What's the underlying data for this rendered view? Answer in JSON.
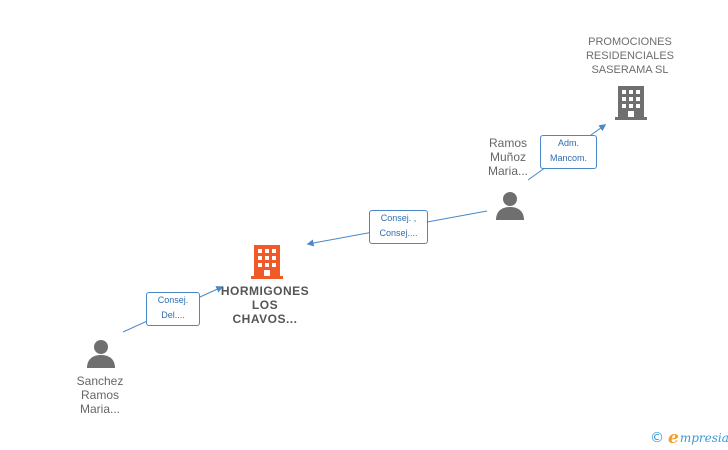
{
  "nodes": {
    "promociones": {
      "label": "PROMOCIONES\nRESIDENCIALES\nSASERAMA SL",
      "icon": "building-icon",
      "color": "#6f6f6f"
    },
    "hormigones": {
      "label": "HORMIGONES\nLOS\nCHAVOS...",
      "icon": "building-icon",
      "color": "#f05a28"
    },
    "ramos": {
      "label": "Ramos\nMuñoz\nMaria...",
      "icon": "person-icon",
      "color": "#6f6f6f"
    },
    "sanchez": {
      "label": "Sanchez\nRamos\nMaria...",
      "icon": "person-icon",
      "color": "#6f6f6f"
    }
  },
  "edges": {
    "ramos_promociones": {
      "label": "Adm.\nMancom."
    },
    "ramos_hormigones": {
      "label": "Consej. ,\nConsej...."
    },
    "sanchez_hormigones": {
      "label": "Consej.\nDel...."
    }
  },
  "edge_color": "#4a87c9",
  "brand": {
    "copyright": "©",
    "initial": "e",
    "rest": "mpresia"
  }
}
